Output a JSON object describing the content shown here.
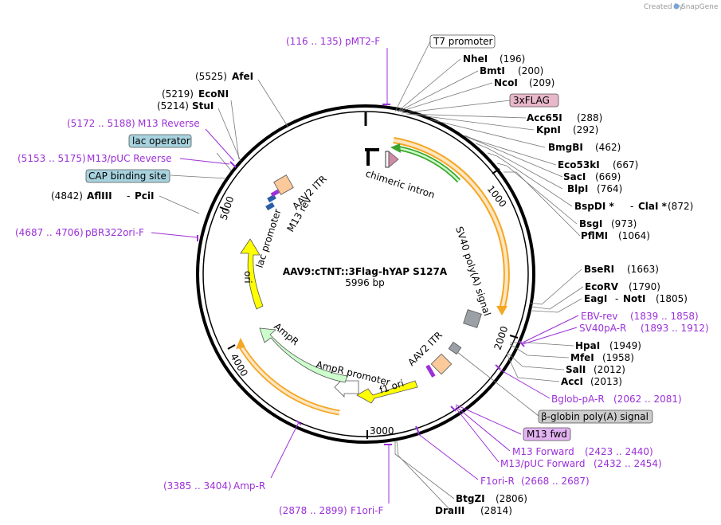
{
  "credit": {
    "text": "Created by",
    "brand": "SnapGene"
  },
  "plasmid": {
    "name": "AAV9:cTNT::3Flag-hYAP S127A",
    "size": "5996 bp"
  },
  "ticks": [
    "1000",
    "2000",
    "3000",
    "4000",
    "5000"
  ],
  "enzymes_right": [
    {
      "name": "NheI",
      "pos": "(196)"
    },
    {
      "name": "BmtI",
      "pos": "(200)"
    },
    {
      "name": "NcoI",
      "pos": "(209)"
    },
    {
      "name": "Acc65I",
      "pos": "(288)"
    },
    {
      "name": "KpnI",
      "pos": "(292)"
    },
    {
      "name": "BmgBI",
      "pos": "(462)"
    },
    {
      "name": "Eco53kI",
      "pos": "(667)"
    },
    {
      "name": "SacI",
      "pos": "(669)"
    },
    {
      "name": "BlpI",
      "pos": "(764)"
    },
    {
      "name": "BspDI *",
      "name2": "ClaI *",
      "pos": "(872)"
    },
    {
      "name": "BsgI",
      "pos": "(973)"
    },
    {
      "name": "PflMI",
      "pos": "(1064)"
    },
    {
      "name": "BseRI",
      "pos": "(1663)"
    },
    {
      "name": "EcoRV",
      "pos": "(1790)"
    },
    {
      "name": "EagI",
      "name2": "NotI",
      "pos": "(1805)"
    },
    {
      "name": "HpaI",
      "pos": "(1949)"
    },
    {
      "name": "MfeI",
      "pos": "(1958)"
    },
    {
      "name": "SalI",
      "pos": "(2012)"
    },
    {
      "name": "AccI",
      "pos": "(2013)"
    }
  ],
  "enzymes_bottom": [
    {
      "name": "BtgZI",
      "pos": "(2806)"
    },
    {
      "name": "DraIII",
      "pos": "(2814)"
    }
  ],
  "enzymes_left": [
    {
      "name": "AfeI",
      "pos": "(5525)"
    },
    {
      "name": "EcoNI",
      "pos": "(5219)"
    },
    {
      "name": "StuI",
      "pos": "(5214)"
    },
    {
      "name": "AflIII",
      "name2": "PciI",
      "pos": "(4842)"
    }
  ],
  "primers": [
    {
      "name": "pMT2-F",
      "range": "(116 .. 135)"
    },
    {
      "name": "M13 Reverse",
      "range": "(5172 .. 5188)"
    },
    {
      "name": "M13/pUC Reverse",
      "range": "(5153 .. 5175)"
    },
    {
      "name": "pBR322ori-F",
      "range": "(4687 .. 4706)"
    },
    {
      "name": "EBV-rev",
      "range": "(1839 .. 1858)"
    },
    {
      "name": "SV40pA-R",
      "range": "(1893 .. 1912)"
    },
    {
      "name": "Bglob-pA-R",
      "range": "(2062 .. 2081)"
    },
    {
      "name": "M13 Forward",
      "range": "(2423 .. 2440)"
    },
    {
      "name": "M13/pUC Forward",
      "range": "(2432 .. 2454)"
    },
    {
      "name": "F1ori-R",
      "range": "(2668 .. 2687)"
    },
    {
      "name": "Amp-R",
      "range": "(3385 .. 3404)"
    },
    {
      "name": "F1ori-F",
      "range": "(2878 .. 2899)"
    }
  ],
  "boxed_features": [
    {
      "name": "T7 promoter",
      "color": "#ffffff"
    },
    {
      "name": "3xFLAG",
      "color": "#e8b7c9"
    },
    {
      "name": "lac operator",
      "color": "#a7d3df"
    },
    {
      "name": "CAP binding site",
      "color": "#a7d3df"
    },
    {
      "name": "β-globin poly(A) signal",
      "color": "#cccccc"
    },
    {
      "name": "M13 fwd",
      "color": "#e3b3f2"
    }
  ],
  "inner_labels": {
    "chimeric_intron": "chimeric intron",
    "sv40": "SV40 poly(A) signal",
    "aav2_itr_right": "AAV2 ITR",
    "f1_ori": "f1 ori",
    "ampr_promoter": "AmpR promoter",
    "ampr": "AmpR",
    "ori": "ori",
    "lac_promoter": "lac promoter",
    "m13_rev": "M13 rev",
    "aav2_itr_left": "AAV2 ITR"
  },
  "colors": {
    "backbone": "#000000",
    "primer": "#9b30d9",
    "orf_orange": "#f5a623",
    "orf_fill": "#fde6c2",
    "green": "#3aa52c",
    "yellow": "#ffff00",
    "ampr_fill": "#ccffcc"
  }
}
